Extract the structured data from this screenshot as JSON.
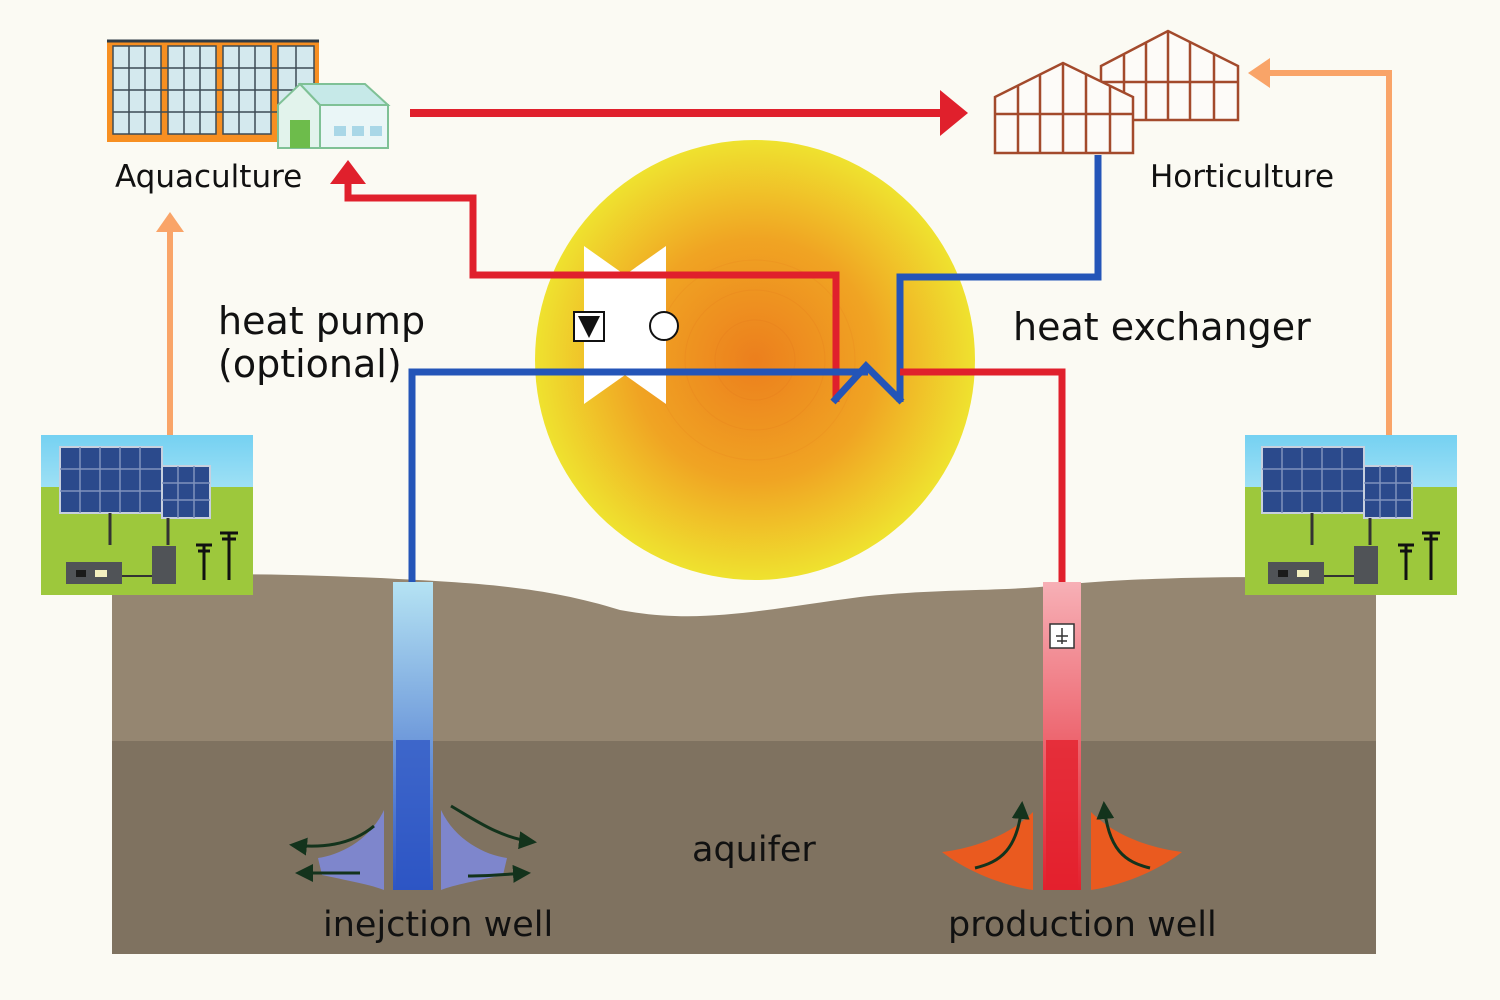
{
  "labels": {
    "aquaculture": "Aquaculture",
    "horticulture": "Horticulture",
    "heat_pump": "heat pump",
    "heat_pump_note": "(optional)",
    "heat_exchanger": "heat exchanger",
    "aquifer": "aquifer",
    "injection_well": "inejction well",
    "production_well": "production well"
  },
  "colors": {
    "hot_pipe": "#e0202c",
    "cold_pipe": "#2455b8",
    "solar_supply_arrow": "#f9a468",
    "ground_upper": "#958671",
    "ground_lower": "#7f7260",
    "sun_outer": "#efe22f",
    "sun_inner": "#ee8d20",
    "background": "#fbfaf3"
  },
  "icons": [
    "apartment-building-icon",
    "greenhouse-icon",
    "solar-panel-icon",
    "pump-icon",
    "valve-icon",
    "heat-exchanger-icon",
    "submersible-pump-icon"
  ]
}
